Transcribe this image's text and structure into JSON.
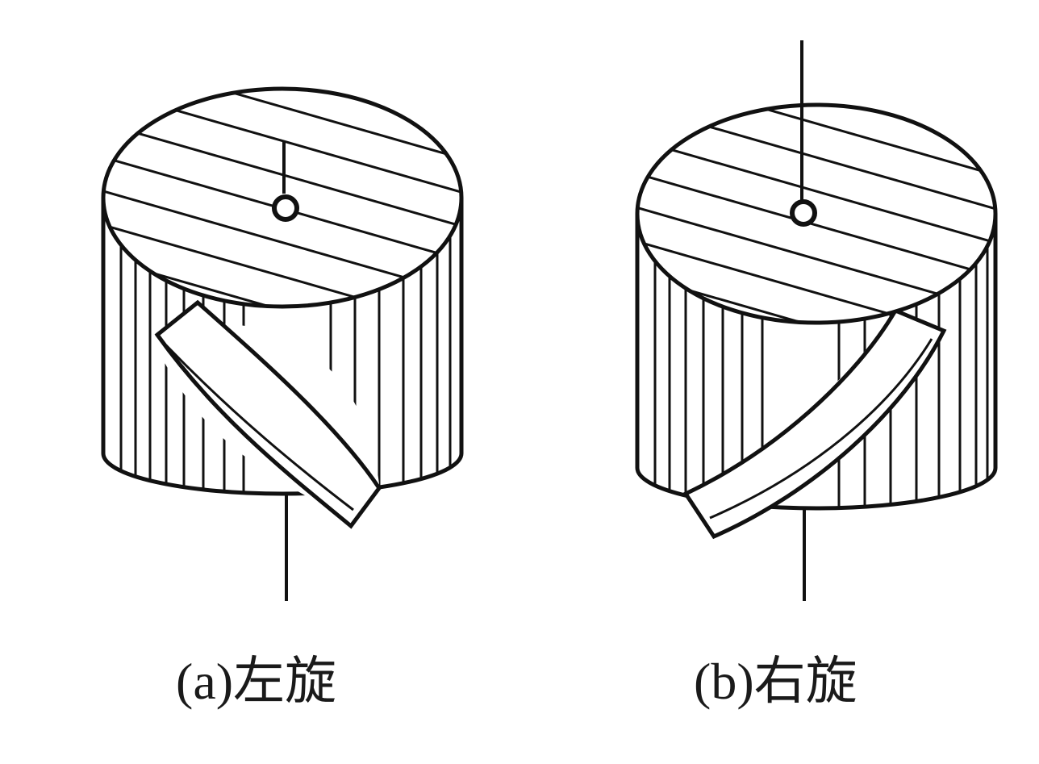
{
  "figure": {
    "panels": [
      {
        "id": "a",
        "caption": "(a)左旋"
      },
      {
        "id": "b",
        "caption": "(b)右旋"
      }
    ],
    "colors": {
      "line": "#111111",
      "background": "#ffffff"
    }
  }
}
